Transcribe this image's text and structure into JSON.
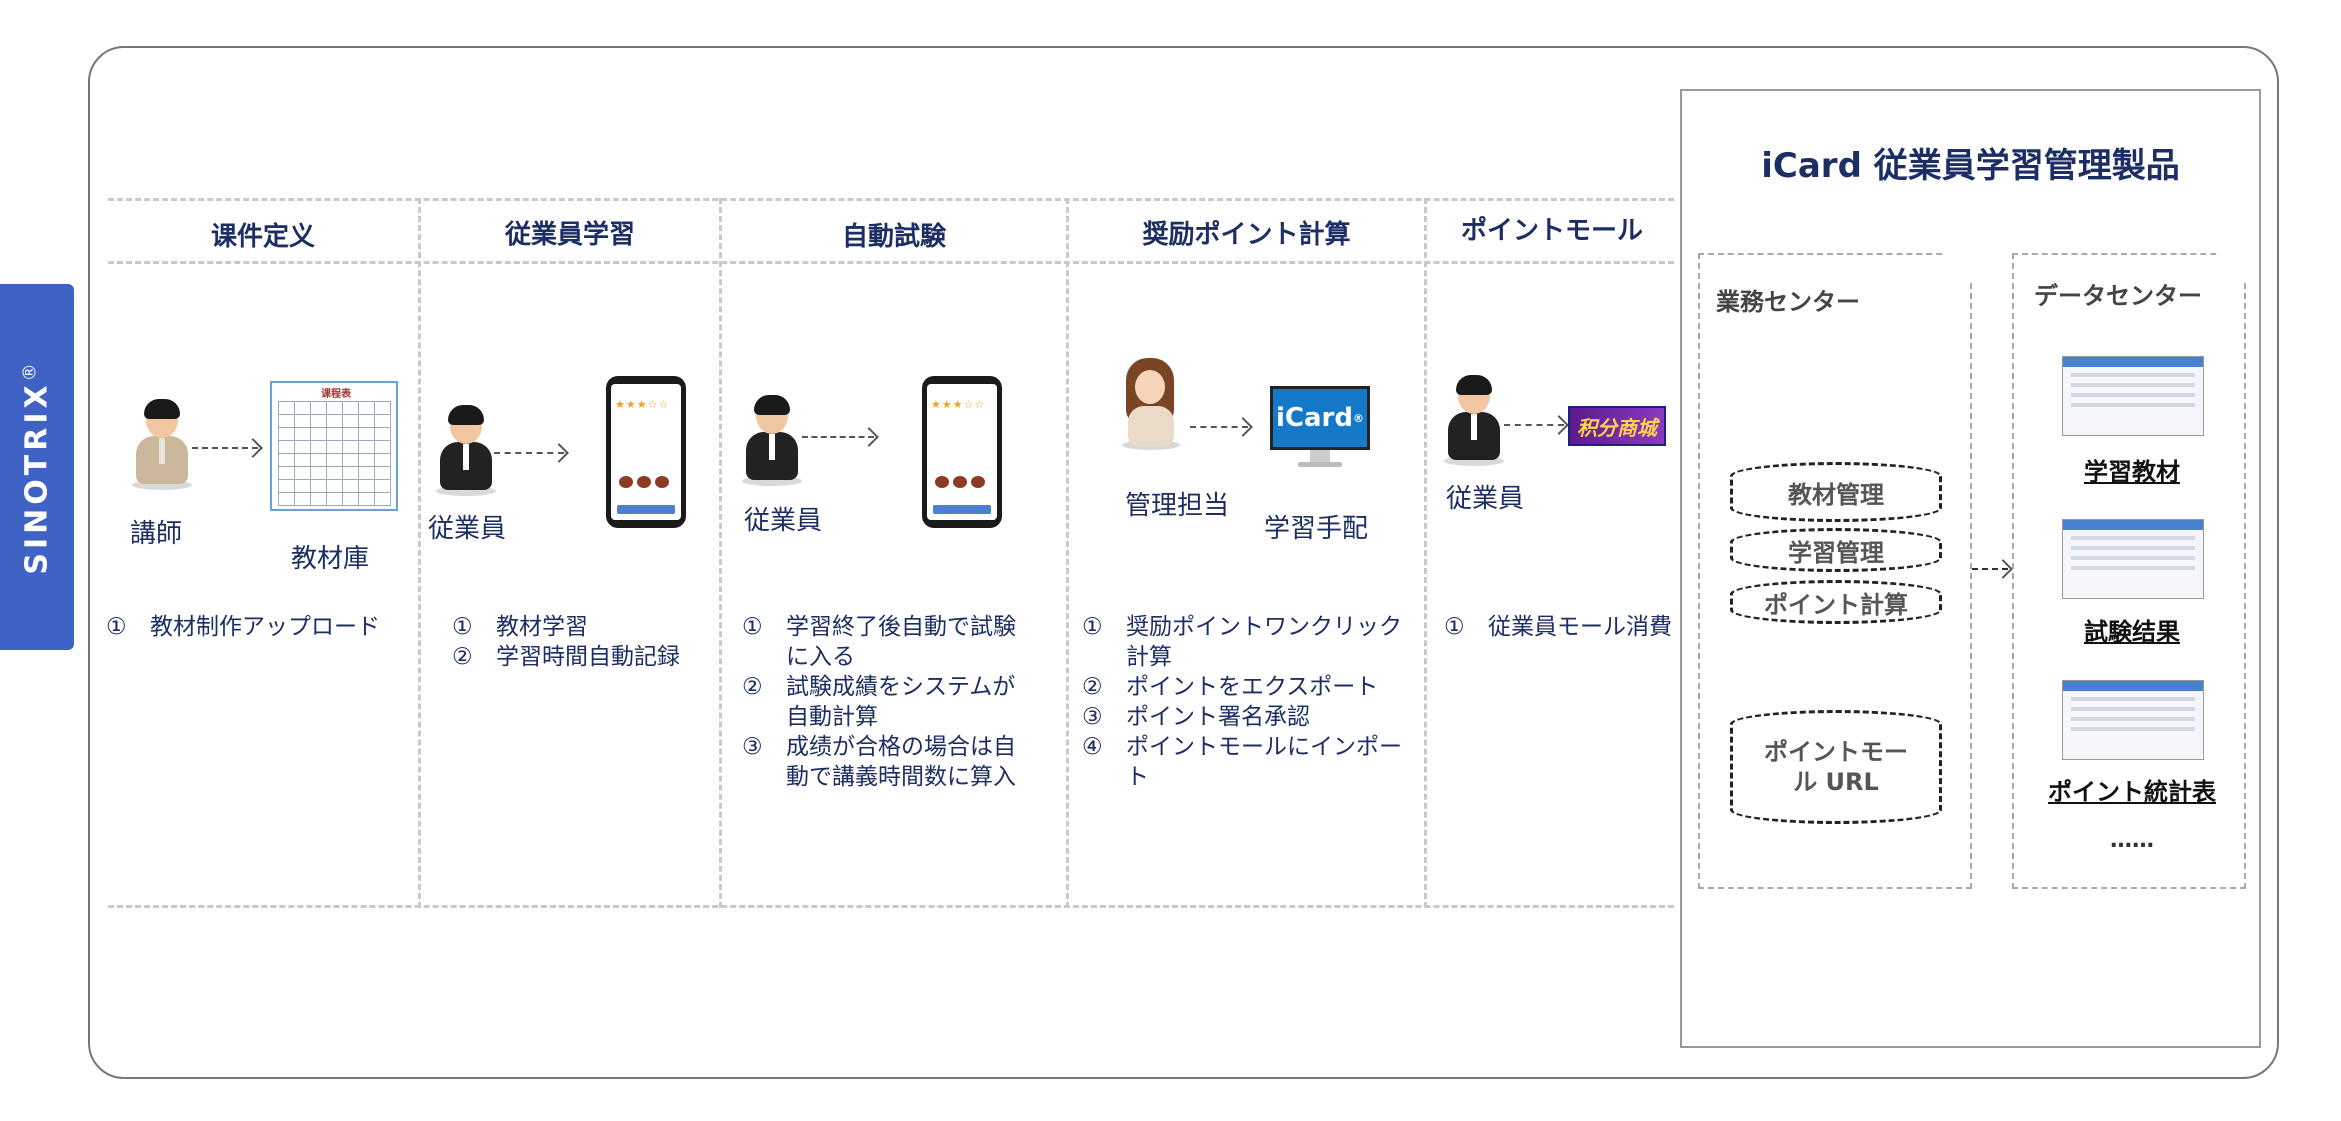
{
  "brand": {
    "name": "SINOTRIX",
    "mark": "®",
    "color": "#3f63c4"
  },
  "flow": {
    "columns": [
      {
        "title": "课件定义",
        "actors": [
          "講師",
          "教材庫"
        ],
        "steps": [
          {
            "num": "①",
            "text": "教材制作アップロード"
          }
        ]
      },
      {
        "title": "従業員学習",
        "actors": [
          "従業員"
        ],
        "steps": [
          {
            "num": "①",
            "text": "教材学習"
          },
          {
            "num": "②",
            "text": "学習時間自動記録"
          }
        ]
      },
      {
        "title": "自動試験",
        "actors": [
          "従業員"
        ],
        "steps": [
          {
            "num": "①",
            "text": "学習終了後自動で試験に入る"
          },
          {
            "num": "②",
            "text": "試験成績をシステムが自動計算"
          },
          {
            "num": "③",
            "text": "成绩が合格の場合は自動で講義時間数に算入"
          }
        ]
      },
      {
        "title": "奨励ポイント計算",
        "actors": [
          "管理担当",
          "学習手配"
        ],
        "steps": [
          {
            "num": "①",
            "text": "奨励ポイントワンクリック計算"
          },
          {
            "num": "②",
            "text": "ポイントをエクスポート"
          },
          {
            "num": "③",
            "text": "ポイント署名承認"
          },
          {
            "num": "④",
            "text": "ポイントモールにインポート"
          }
        ]
      },
      {
        "title": "ポイントモール",
        "actors": [
          "従業員"
        ],
        "steps": [
          {
            "num": "①",
            "text": "従業員モール消費"
          }
        ]
      }
    ],
    "images": {
      "timetable_title": "课程表",
      "monitor_label": "iCard",
      "monitor_mark": "®",
      "mall_label": "积分商城"
    }
  },
  "product": {
    "title": "iCard 従業員学習管理製品",
    "business_center": {
      "title": "業務センター",
      "modules": [
        "教材管理",
        "学習管理",
        "ポイント計算",
        "ポイントモール URL"
      ]
    },
    "data_center": {
      "title": "データセンター",
      "items": [
        "学習教材",
        "試験结果",
        "ポイント統計表"
      ],
      "more": "……"
    }
  },
  "colors": {
    "title_text": "#1c2e63",
    "divider": "#c9c9c9",
    "app_blue": "#4a7fd1"
  }
}
